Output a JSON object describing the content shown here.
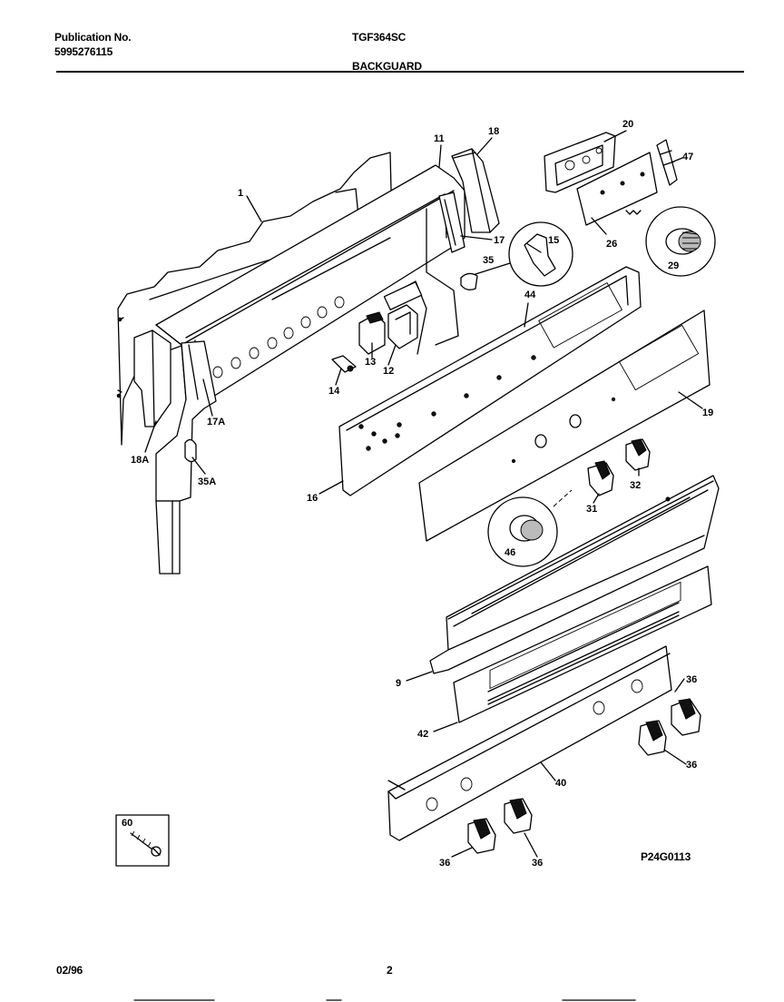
{
  "header": {
    "publication_label": "Publication No.",
    "publication_number": "5995276115",
    "model": "TGF364SC",
    "section": "BACKGUARD"
  },
  "footer": {
    "date": "02/96",
    "page": "2",
    "drawing_code": "P24G0113"
  },
  "callouts": {
    "c1": "1",
    "c11": "11",
    "c18": "18",
    "c20": "20",
    "c47": "47",
    "c17": "17",
    "c15": "15",
    "c35": "35",
    "c26": "26",
    "c29": "29",
    "c44": "44",
    "c13": "13",
    "c12": "12",
    "c14": "14",
    "c19": "19",
    "c18A": "18A",
    "c17A": "17A",
    "c35A": "35A",
    "c16": "16",
    "c32": "32",
    "c31": "31",
    "c46": "46",
    "c9": "9",
    "c42": "42",
    "c36a": "36",
    "c36b": "36",
    "c40": "40",
    "c36c": "36",
    "c36d": "36",
    "c60": "60"
  }
}
